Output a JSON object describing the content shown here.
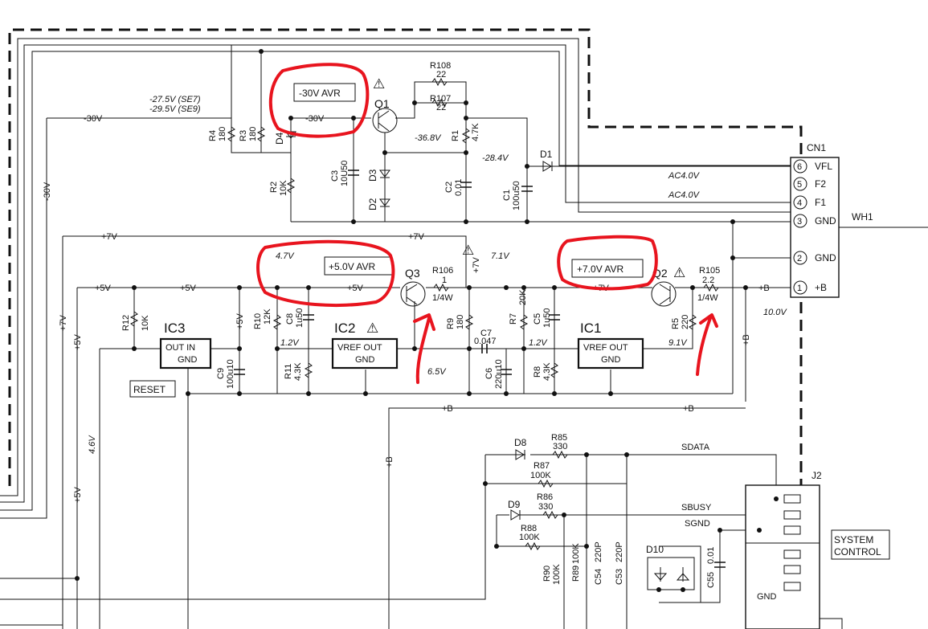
{
  "connector": {
    "name": "CN1",
    "pins": [
      {
        "num": "6",
        "label": "VFL"
      },
      {
        "num": "5",
        "label": "F2"
      },
      {
        "num": "4",
        "label": "F1"
      },
      {
        "num": "3",
        "label": "GND"
      },
      {
        "num": "2",
        "label": "GND"
      },
      {
        "num": "1",
        "label": "+B"
      }
    ],
    "harness": "WH1"
  },
  "ics": {
    "ic1": {
      "name": "IC1",
      "pins": "VREF  OUT",
      "gnd": "GND"
    },
    "ic2": {
      "name": "IC2",
      "pins": "VREF  OUT",
      "gnd": "GND"
    },
    "ic3": {
      "name": "IC3",
      "pins": "OUT  IN",
      "gnd": "GND"
    }
  },
  "regulator_labels": {
    "avr30": "-30V AVR",
    "avr5": "+5.0V AVR",
    "avr7": "+7.0V AVR",
    "reset": "RESET",
    "system_control": [
      "SYSTEM",
      "CONTROL"
    ],
    "j2": "J2",
    "j2_gnd": "GND"
  },
  "rails": {
    "neg30": "-30V",
    "pos7": "+7V",
    "pos5": "+5V",
    "posB": "+B"
  },
  "voltages": {
    "se7": "-27.5V (SE7)",
    "se9": "-29.5V (SE9)",
    "v368": "-36.8V",
    "v284": "-28.4V",
    "ac1": "AC4.0V",
    "ac2": "AC4.0V",
    "v47": "4.7V",
    "v71": "7.1V",
    "v100": "10.0V",
    "v12a": "1.2V",
    "v12b": "1.2V",
    "v91": "9.1V",
    "v65": "6.5V",
    "v46": "4.6V"
  },
  "signals": {
    "sdata": "SDATA",
    "sbusy": "SBUSY",
    "sgnd": "SGND"
  },
  "components": {
    "R108": [
      "R108",
      "22"
    ],
    "R107": [
      "R107",
      "22"
    ],
    "R106": [
      "R106",
      "1",
      "1/4W"
    ],
    "R105": [
      "R105",
      "2.2",
      "1/4W"
    ],
    "R1": [
      "R1",
      "4.7K"
    ],
    "R2": [
      "R2",
      "10K"
    ],
    "R3": [
      "R3",
      "180"
    ],
    "R4": [
      "R4",
      "180"
    ],
    "R5": [
      "R5",
      "220"
    ],
    "R7": [
      "R7",
      "20K"
    ],
    "R8": [
      "R8",
      "4.3K"
    ],
    "R9": [
      "R9",
      "180"
    ],
    "R10": [
      "R10",
      "12K"
    ],
    "R11": [
      "R11",
      "4.3K"
    ],
    "R12": [
      "R12",
      "10K"
    ],
    "R85": [
      "R85",
      "330"
    ],
    "R86": [
      "R86",
      "330"
    ],
    "R87": [
      "R87",
      "100K"
    ],
    "R88": [
      "R88",
      "100K"
    ],
    "R89": [
      "R89",
      "100K"
    ],
    "R90": [
      "R90",
      "100K"
    ],
    "C1": [
      "C1",
      "100u50"
    ],
    "C2": [
      "C2",
      "0.01"
    ],
    "C3": [
      "C3",
      "10U50"
    ],
    "C5": [
      "C5",
      "1u50"
    ],
    "C6": [
      "C6",
      "220u10"
    ],
    "C7": [
      "C7",
      "0.047"
    ],
    "C8": [
      "C8",
      "1u50"
    ],
    "C9": [
      "C9",
      "100u10"
    ],
    "C53": [
      "C53",
      "220P"
    ],
    "C54": [
      "C54",
      "220P"
    ],
    "C55": [
      "C55",
      "0.01"
    ],
    "Q1": "Q1",
    "Q2": "Q2",
    "Q3": "Q3",
    "D1": "D1",
    "D2": "D2",
    "D3": "D3",
    "D4": "D4",
    "D8": "D8",
    "D9": "D9",
    "D10": "D10"
  }
}
